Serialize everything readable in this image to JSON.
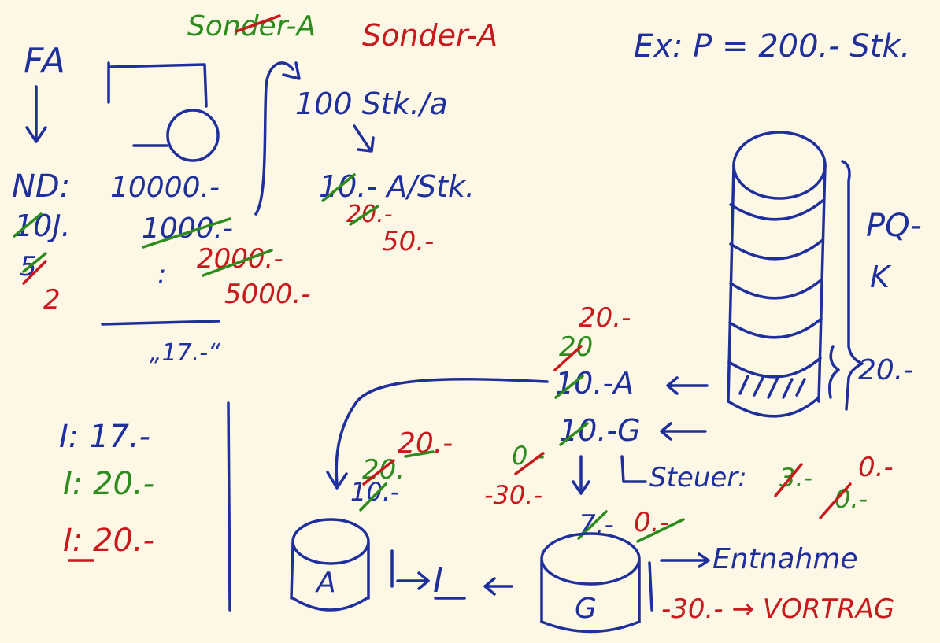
{
  "colors": {
    "background": "#fdf8e6",
    "blue": "#1f2f9c",
    "green": "#2e8b1e",
    "red": "#c8191c"
  },
  "header": {
    "sonder_green": "Sonder-A",
    "sonder_red": "Sonder-A",
    "example": "Ex: P = 200.- Stk."
  },
  "left": {
    "fa": "FA",
    "nd": "ND:",
    "amount_10000": "10000.-",
    "years_10": "10J.",
    "amount_1000": "1000.-",
    "amount_2000": "2000.-",
    "amount_5000": "5000.-",
    "years_5": "5",
    "years_2": "2",
    "dots": ":",
    "quote_17": "„17.-“"
  },
  "middle": {
    "per_year": "100 Stk./a",
    "per_piece_10": "10.- A/Stk.",
    "per_piece_20": "20.-",
    "per_piece_50": "50.-"
  },
  "stack": {
    "label_pq": "PQ-",
    "label_k": "K",
    "value_20": "20.-"
  },
  "split": {
    "red_20": "20.-",
    "green_20": "20",
    "a_label": "10.-A",
    "g_label": "10.-G",
    "steuer": "Steuer:",
    "steuer_3": "3.-",
    "steuer_red_0": "0.-",
    "steuer_green_0": "0.-",
    "seven": "7.-",
    "zero": "0.-"
  },
  "income": {
    "blue": "I: 17.-",
    "green": "I: 20.-",
    "red": "I: 20.-"
  },
  "arrows_mid": {
    "red_20": "20.-",
    "green_20": "20.",
    "blue_10": "10.-",
    "green_0": "0.-",
    "red_minus30": "-30.-"
  },
  "bottom": {
    "a_cyl": "A",
    "i_label": "I",
    "g_cyl": "G",
    "entnahme": "Entnahme",
    "vortrag": "-30.- → VORTRAG"
  }
}
